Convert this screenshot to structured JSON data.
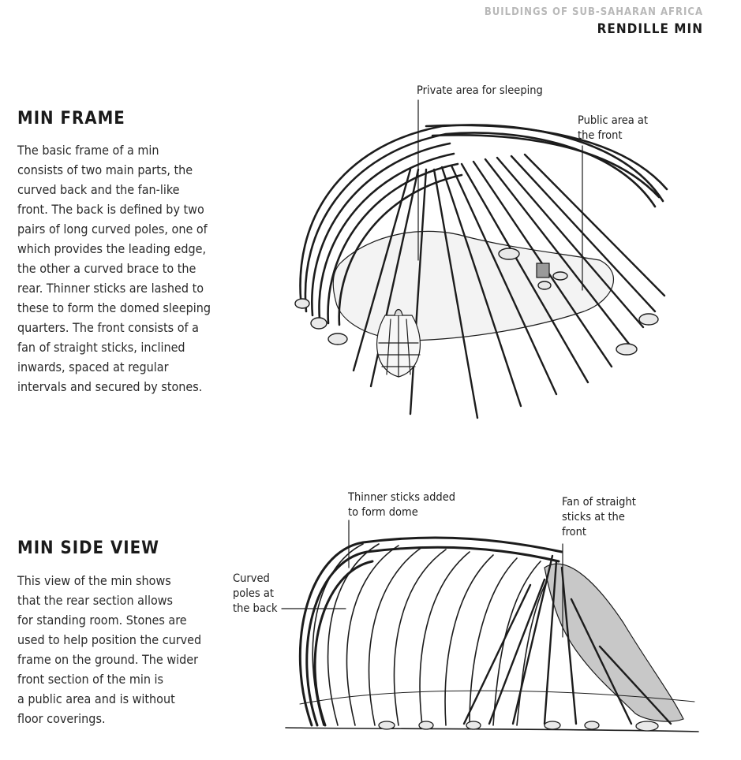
{
  "header": {
    "series": "BUILDINGS OF SUB-SAHARAN AFRICA",
    "title": "RENDILLE MIN"
  },
  "frame_section": {
    "title": "MIN FRAME",
    "lines": [
      "The basic frame of a min",
      "consists of two main parts, the",
      "curved back and the fan-like",
      "front. The back is defined by two",
      "pairs of long curved poles, one of",
      "which provides the leading edge,",
      "the other a curved brace to the",
      "rear. Thinner sticks are lashed to",
      "these to form the domed sleeping",
      "quarters. The front consists of a",
      "fan of straight sticks, inclined",
      "inwards, spaced at regular",
      "intervals and secured by stones."
    ],
    "labels": {
      "private": [
        "Private area for sleeping"
      ],
      "public": [
        "Public area at",
        "the front"
      ]
    }
  },
  "side_section": {
    "title": "MIN SIDE VIEW",
    "lines": [
      "This view of the min shows",
      "that the rear section allows",
      "for standing room. Stones are",
      "used to help position the curved",
      "frame on the ground. The wider",
      "front section of the min is",
      "a public area and is without",
      "floor coverings."
    ],
    "labels": {
      "thinner": [
        "Thinner sticks added",
        "to form dome"
      ],
      "fan": [
        "Fan of straight",
        "sticks at the",
        "front"
      ],
      "curved": [
        "Curved",
        "poles at",
        "the back"
      ]
    }
  },
  "colors": {
    "ink": "#1c1c1c",
    "header_grey": "#b8b8b8",
    "stone_fill": "#e9e9e9",
    "cover_fill": "#c8c8c8"
  }
}
